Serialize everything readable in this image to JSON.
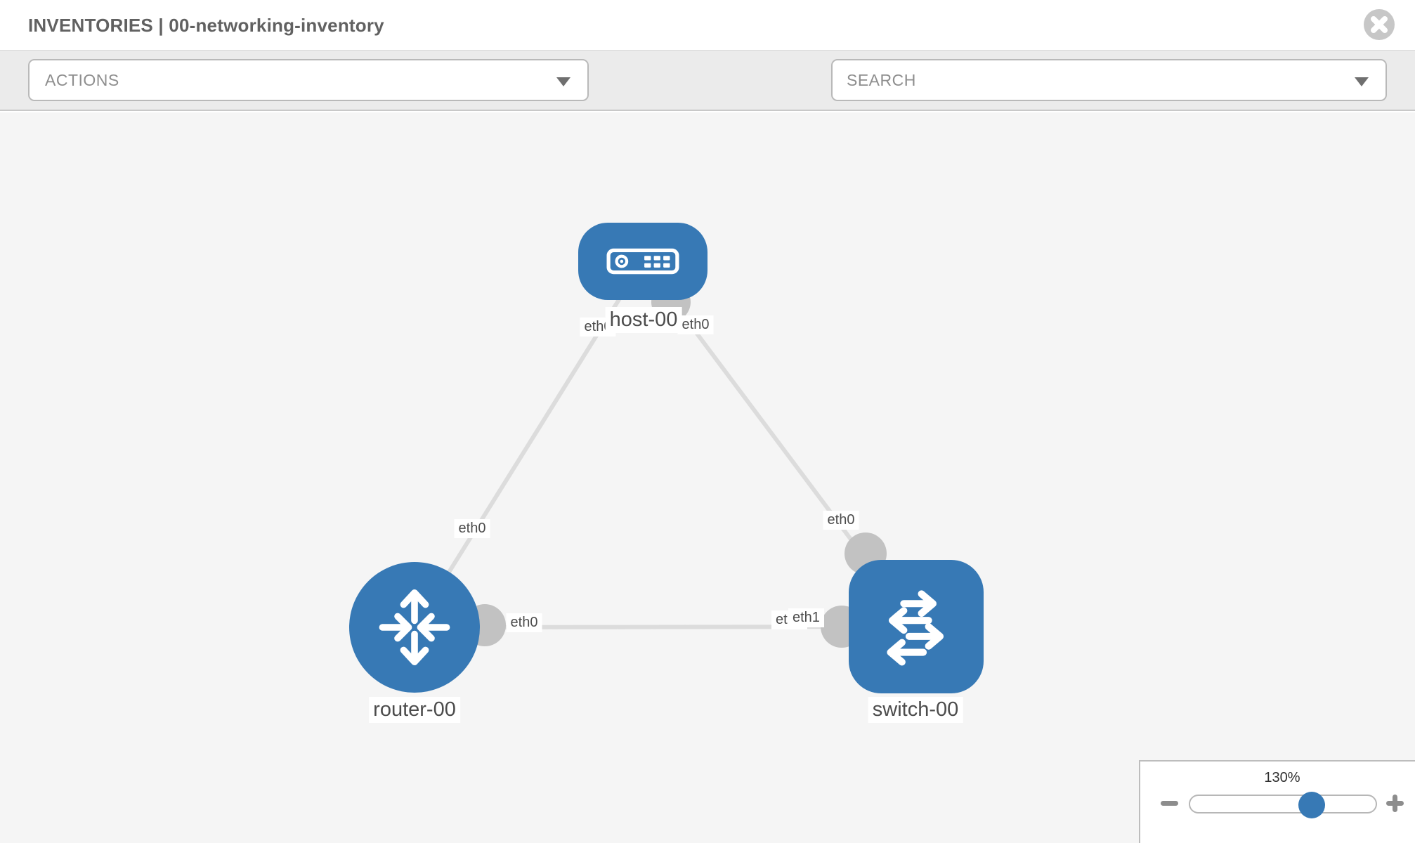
{
  "header": {
    "title": "INVENTORIES | 00-networking-inventory"
  },
  "toolbar": {
    "actions_label": "ACTIONS",
    "search_placeholder": "SEARCH",
    "tool_icons": [
      "wrench-icon",
      "key-icon"
    ]
  },
  "diagram": {
    "nodes": {
      "host": {
        "label": "host-00",
        "type": "host",
        "icon": "host-icon",
        "color": "#3779b5"
      },
      "router": {
        "label": "router-00",
        "type": "router",
        "icon": "router-icon",
        "color": "#3779b5"
      },
      "switch": {
        "label": "switch-00",
        "type": "switch",
        "icon": "switch-icon",
        "color": "#3779b5"
      }
    },
    "links": [
      {
        "from": "host-00",
        "from_interface": "eth0",
        "to": "router-00",
        "to_interface": "eth0"
      },
      {
        "from": "host-00",
        "from_interface": "eth0",
        "to": "switch-00",
        "to_interface": "eth0"
      },
      {
        "from": "router-00",
        "from_interface": "eth0",
        "to": "switch-00",
        "to_interface": "eth1",
        "obscured_label": "eth0"
      }
    ],
    "colors": {
      "node_fill": "#3779b5",
      "link_stroke": "#dcdcdc",
      "port_fill": "#c2c2c2",
      "canvas_bg": "#f5f5f5"
    }
  },
  "zoom_panel": {
    "level": "130%",
    "slider_position_percent": 63,
    "minus_icon": "minus-icon",
    "plus_icon": "plus-icon"
  }
}
